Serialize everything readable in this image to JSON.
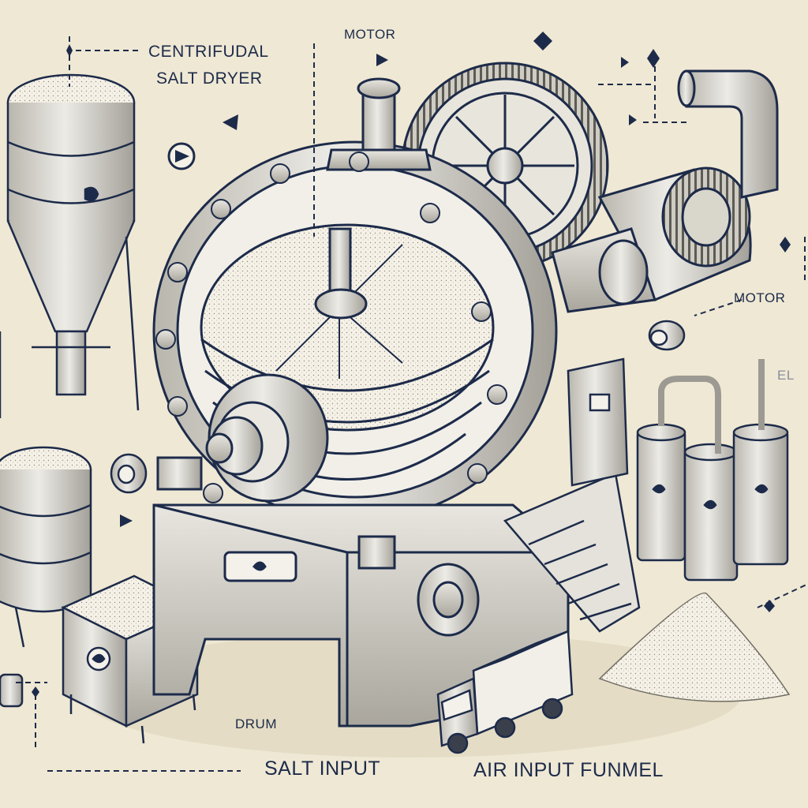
{
  "diagram": {
    "title_line1": "CENTRIFUDAL",
    "title_line2": "SALT DRYER",
    "labels": {
      "motor_top": "MOTOR",
      "motor_right": "MOTOR",
      "drum": "DRUM",
      "salt_input": "SALT INPUT",
      "air_input_funnel": "AIR INPUT FUNMEL",
      "faded_right": "EL"
    },
    "colors": {
      "ink": "#1d2b4a",
      "paper": "#efe8d4",
      "metal": "#dcd9cf",
      "metal_dark": "#9c9a92",
      "salt": "#f5f1e6"
    },
    "icons": [
      "arrow-marker-icon",
      "diamond-marker-icon",
      "dotted-leader-line"
    ]
  }
}
